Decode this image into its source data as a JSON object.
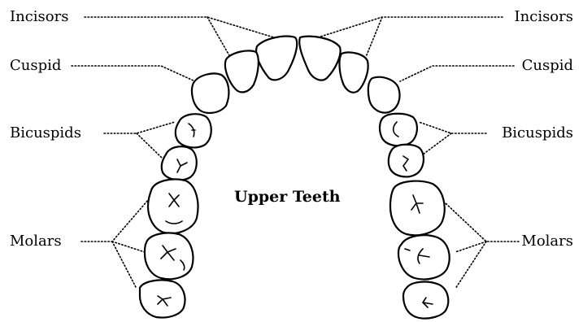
{
  "diagram": {
    "title": "Upper Teeth",
    "left_labels": {
      "incisors": "Incisors",
      "cuspid": "Cuspid",
      "bicuspids": "Bicuspids",
      "molars": "Molars"
    },
    "right_labels": {
      "incisors": "Incisors",
      "cuspid": "Cuspid",
      "bicuspids": "Bicuspids",
      "molars": "Molars"
    }
  }
}
